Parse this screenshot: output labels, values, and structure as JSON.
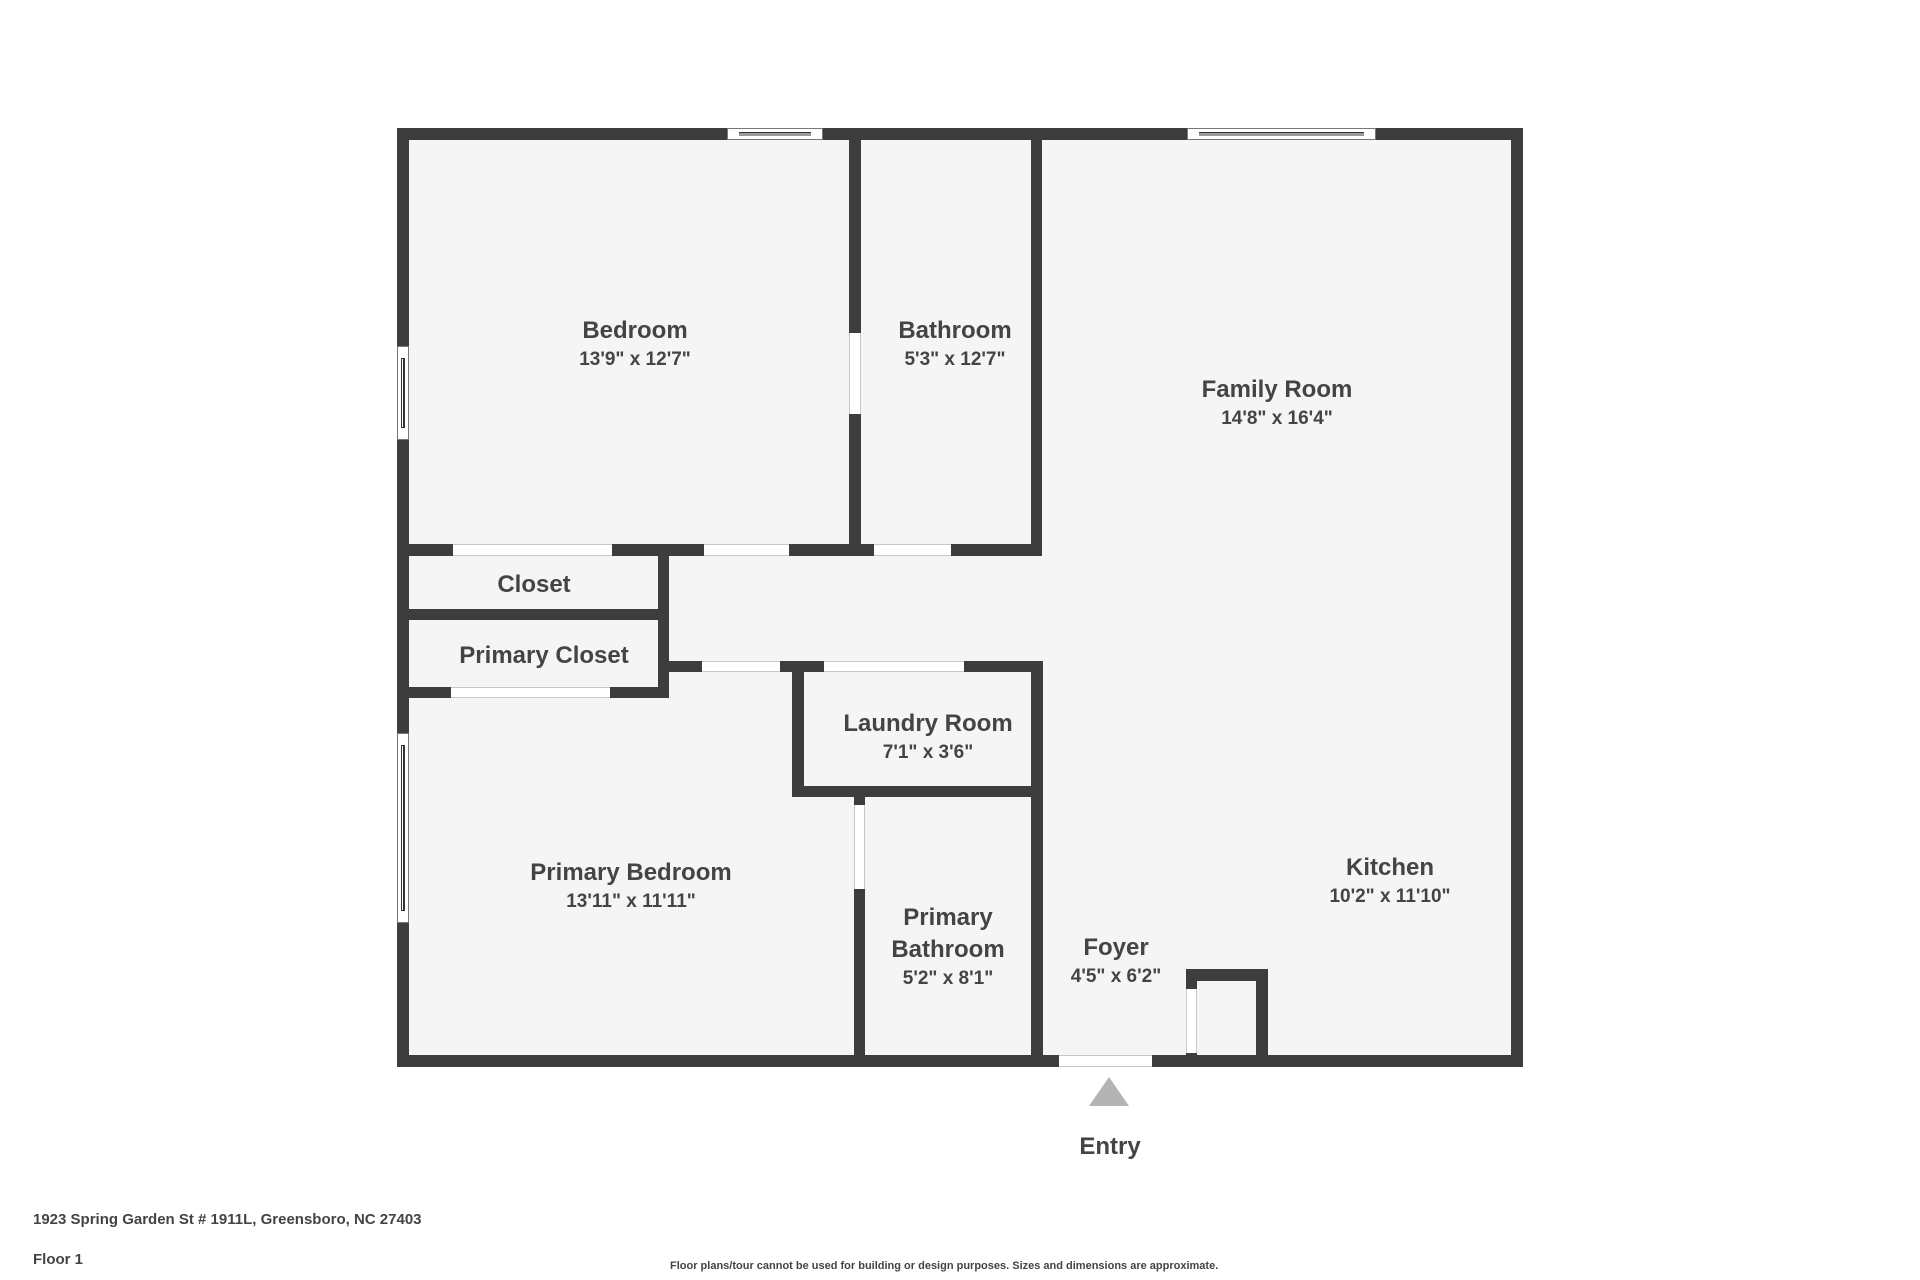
{
  "plan": {
    "colors": {
      "wall": "#3d3d3d",
      "floor": "#f5f5f5",
      "text": "#444444",
      "entry_marker": "#b3b3b3"
    },
    "rooms": [
      {
        "name": "Bedroom",
        "dims": "13'9\" x 12'7\""
      },
      {
        "name": "Bathroom",
        "dims": "5'3\" x 12'7\""
      },
      {
        "name": "Family Room",
        "dims": "14'8\" x 16'4\""
      },
      {
        "name": "Closet",
        "dims": ""
      },
      {
        "name": "Primary Closet",
        "dims": ""
      },
      {
        "name": "Laundry Room",
        "dims": "7'1\" x 3'6\""
      },
      {
        "name": "Primary Bedroom",
        "dims": "13'11\" x 11'11\""
      },
      {
        "name": "Primary",
        "name2": "Bathroom",
        "dims": "5'2\" x 8'1\""
      },
      {
        "name": "Foyer",
        "dims": "4'5\" x 6'2\""
      },
      {
        "name": "Kitchen",
        "dims": "10'2\" x 11'10\""
      }
    ],
    "entry": {
      "label": "Entry",
      "icon": "triangle-up-icon"
    }
  },
  "footer": {
    "address": "1923 Spring Garden St # 1911L, Greensboro, NC 27403",
    "floor": "Floor 1",
    "disclaimer": "Floor plans/tour cannot be used for building or design purposes. Sizes and dimensions are approximate."
  }
}
